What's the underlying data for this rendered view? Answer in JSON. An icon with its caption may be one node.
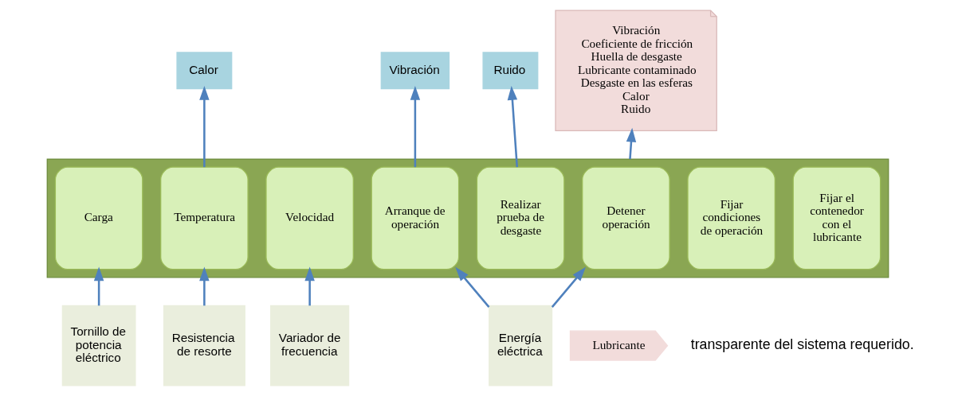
{
  "diagram": {
    "nodes": [
      {
        "text": [
          "Lubricante"
        ]
      },
      {
        "text": [],
        "shape": "box"
      },
      {
        "text": [
          "Fijar el contenedor con el lubricante"
        ],
        "in": 1
      },
      {
        "text": [
          "Fijar condiciones de operación"
        ],
        "in": 1
      },
      {
        "text": [
          "Carga"
        ],
        "in": 1
      },
      {
        "text": [
          "Temperatura"
        ],
        "in": 1
      },
      {
        "text": [
          "Velocidad"
        ],
        "in": 1
      },
      {
        "text": [
          "Arranque de operación"
        ],
        "in": 1
      },
      {
        "text": [
          "Realizar prueba de desgaste"
        ],
        "in": 1
      },
      {
        "text": [
          "Detener operación"
        ],
        "in": 1
      },
      {
        "text": [
          "Calor"
        ]
      },
      {
        "text": [
          "Vibración"
        ]
      },
      {
        "text": [
          "Ruido"
        ]
      },
      {
        "text": [
          "Tornillo de potencia eléctrico"
        ]
      },
      {
        "text": [
          "Resistencia de resorte"
        ]
      },
      {
        "text": [
          "Variador de frecuencia"
        ]
      },
      {
        "text": [
          "Energía eléctrica"
        ]
      },
      {
        "text": [
          "Vibración",
          "Coeficiente de fricción",
          "Huella de desgaste",
          "Lubricante contaminado",
          "Desgaste en las esferas",
          "Calor",
          "Ruido"
        ]
      }
    ],
    "edges": [
      {
        "from": 5,
        "to": 10,
        "arrow": "to"
      },
      {
        "from": 7,
        "to": 11,
        "arrow": "to"
      },
      {
        "from": 8,
        "to": 12,
        "arrow": "to"
      },
      {
        "from": 13,
        "to": 4,
        "arrow": "to"
      },
      {
        "from": 14,
        "to": 5,
        "arrow": "to"
      },
      {
        "from": 15,
        "to": 6,
        "arrow": "to"
      },
      {
        "from": 16,
        "to": 7,
        "arrow": "to"
      },
      {
        "from": 16,
        "to": 9,
        "arrow": "to"
      },
      {
        "from": 1,
        "to": 17,
        "arrow": "to"
      }
    ],
    "labels": [
      "transparente del sistema requerido."
    ]
  }
}
